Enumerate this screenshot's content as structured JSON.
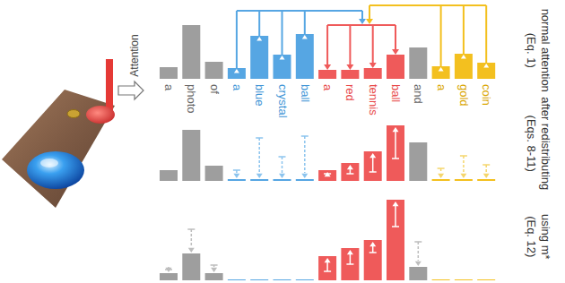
{
  "diagram": {
    "labels": [
      "Attention",
      "a",
      "photo",
      "of",
      "a",
      "blue",
      "crystal",
      "ball",
      "a",
      "red",
      "tennis",
      "ball",
      "and",
      "a",
      "gold",
      "coin",
      "normal attention (Eq. 1)",
      "after redistributing (Eqs. 8-11)",
      "using m* (Eq. 12)"
    ]
  }
}
